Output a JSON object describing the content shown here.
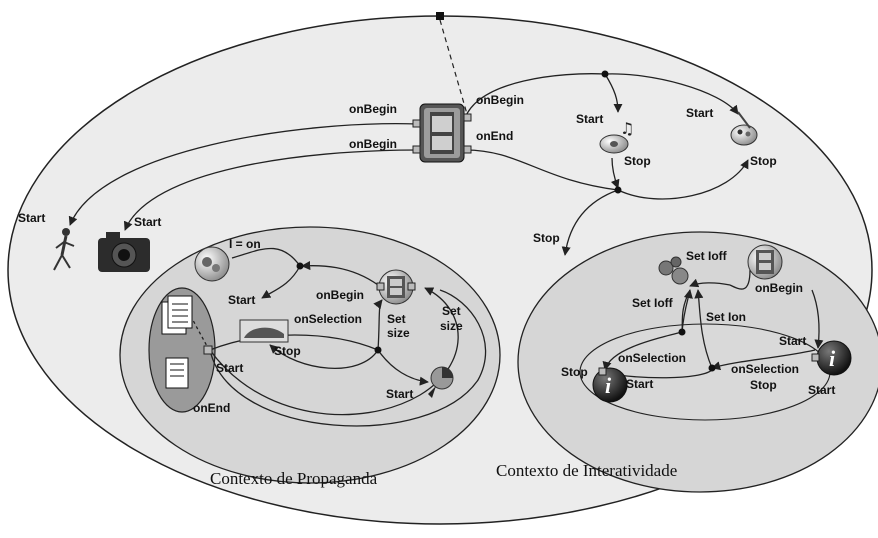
{
  "contexts": {
    "propaganda": "Contexto de Propaganda",
    "interatividade": "Contexto de Interatividade"
  },
  "labels": {
    "video_onbegin_left": "onBegin",
    "video_onbegin_left2": "onBegin",
    "video_onbegin_right": "onBegin",
    "video_onend": "onEnd",
    "audio_start": "Start",
    "audio_stop": "Stop",
    "paint_start": "Start",
    "paint_stop": "Stop",
    "runner_start": "Start",
    "camera_start": "Start",
    "stop_to_inter": "Stop",
    "prop_i_on": "I = on",
    "prop_start": "Start",
    "prop_onbegin": "onBegin",
    "prop_onselection": "onSelection",
    "prop_set_size_1": "Set",
    "prop_set_size_1b": "size",
    "prop_set_size_2": "Set",
    "prop_set_size_2b": "size",
    "prop_stop": "Stop",
    "prop_doc_start": "Start",
    "prop_onend": "onEnd",
    "prop_pie_start": "Start",
    "inter_set_ioff_1": "Set Ioff",
    "inter_set_ioff_2": "Set Ioff",
    "inter_set_ion": "Set Ion",
    "inter_onbegin": "onBegin",
    "inter_start_right": "Start",
    "inter_onselection_left": "onSelection",
    "inter_stop_left": "Stop",
    "inter_start_left": "Start",
    "inter_onselection_right": "onSelection",
    "inter_stop_right": "Stop",
    "inter_start_right2": "Start"
  },
  "icons": [
    "video-icon",
    "audio-icon",
    "paint-icon",
    "runner-icon",
    "camera-icon",
    "gears-icon",
    "car-icon",
    "pie-icon",
    "document-icon",
    "info-icon"
  ],
  "colors": {
    "outer_fill": "#ececec",
    "context_fill": "#d6d6d6",
    "doc_oval_fill": "#9a9a9a",
    "line": "#222222"
  }
}
